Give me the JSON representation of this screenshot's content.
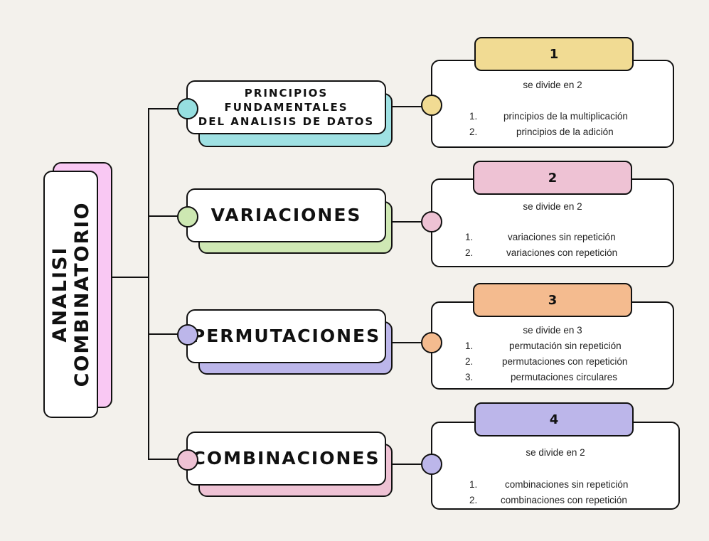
{
  "root": {
    "title_line1": "ANALISI",
    "title_line2": "COMBINATORIO",
    "color": "#f9c8f3"
  },
  "branches": [
    {
      "title_line1": "PRINCIPIOS FUNDAMENTALES",
      "title_line2": "DEL ANALISIS DE DATOS",
      "back_color": "#9fe1e3",
      "dot_color": "#96dfe0",
      "number": "1",
      "number_color": "#f1db93",
      "detail_dot_color": "#f1db93",
      "heading": "se divide en 2",
      "items": [
        {
          "n": "1.",
          "text": "principios de la multiplicación"
        },
        {
          "n": "2.",
          "text": "principios de la adición"
        }
      ]
    },
    {
      "title_line1": "VARIACIONES",
      "title_line2": "",
      "back_color": "#cfe8b4",
      "dot_color": "#cde8b2",
      "number": "2",
      "number_color": "#eec2d4",
      "detail_dot_color": "#eec2d4",
      "heading": "se divide en 2",
      "items": [
        {
          "n": "1.",
          "text": "variaciones sin repetición"
        },
        {
          "n": "2.",
          "text": "variaciones con repetición"
        }
      ]
    },
    {
      "title_line1": "PERMUTACIONES",
      "title_line2": "",
      "back_color": "#bcb6ea",
      "dot_color": "#bcb6ea",
      "number": "3",
      "number_color": "#f4bb8f",
      "detail_dot_color": "#f4bb8f",
      "heading": "se divide en 3",
      "items": [
        {
          "n": "1.",
          "text": "permutación sin repetición"
        },
        {
          "n": "2.",
          "text": "permutaciones con repetición"
        },
        {
          "n": "3.",
          "text": "permutaciones circulares"
        }
      ]
    },
    {
      "title_line1": "COMBINACIONES",
      "title_line2": "",
      "back_color": "#eec2d4",
      "dot_color": "#eec2d4",
      "number": "4",
      "number_color": "#bcb6ea",
      "detail_dot_color": "#bcb6ea",
      "heading": "se divide en 2",
      "items": [
        {
          "n": "1.",
          "text": "combinaciones sin repetición"
        },
        {
          "n": "2.",
          "text": "combinaciones con repetición"
        }
      ]
    }
  ]
}
